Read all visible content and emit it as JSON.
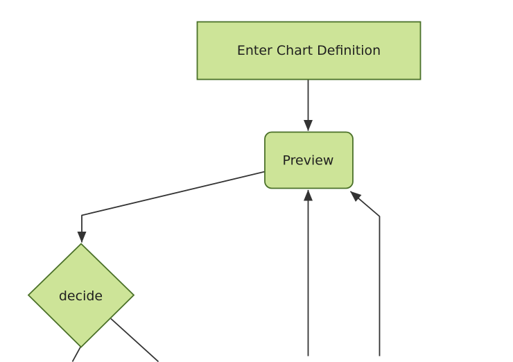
{
  "diagram": {
    "type": "flowchart",
    "orientation": "top-down",
    "nodes": [
      {
        "id": "enter-chart-definition",
        "label": "Enter Chart Definition",
        "shape": "rectangle"
      },
      {
        "id": "preview",
        "label": "Preview",
        "shape": "rounded-rectangle"
      },
      {
        "id": "decide",
        "label": "decide",
        "shape": "diamond"
      }
    ],
    "edges": [
      {
        "from": "enter-chart-definition",
        "to": "preview",
        "arrowhead": true,
        "cut_off": false
      },
      {
        "from": "preview",
        "to": "decide",
        "arrowhead": true,
        "cut_off": false
      },
      {
        "from": "offscreen-bottom-left-node",
        "to": "preview",
        "arrowhead": true,
        "cut_off": true
      },
      {
        "from": "offscreen-bottom-right-node",
        "to": "preview",
        "arrowhead": true,
        "cut_off": true
      },
      {
        "from": "decide",
        "to": "offscreen-bottom-left-node",
        "arrowhead": false,
        "cut_off": true
      },
      {
        "from": "decide",
        "to": "offscreen-bottom-right-node",
        "arrowhead": false,
        "cut_off": true
      }
    ],
    "colors": {
      "node_fill": "#cde498",
      "node_stroke": "#4a7028",
      "edge_line": "#333333",
      "label_text": "#1f1f1f",
      "background": "#ffffff"
    }
  }
}
